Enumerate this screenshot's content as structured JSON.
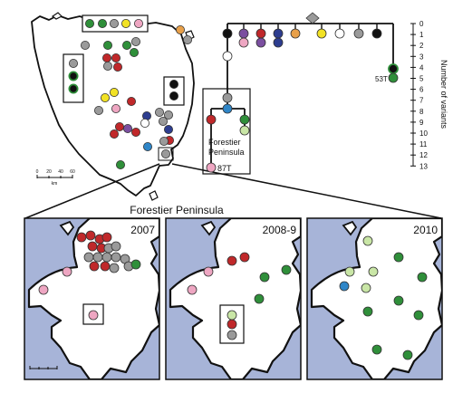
{
  "colors": {
    "black": "#111111",
    "white": "#ffffff",
    "gray": "#9a9a9a",
    "green": "#2f8f3a",
    "lightgreen": "#c9e6a6",
    "red": "#c0282a",
    "pink": "#eea6c2",
    "yellow": "#f2e225",
    "orange": "#e8a04a",
    "blue": "#2f86c8",
    "purple": "#7b4fa0",
    "navy": "#2d3d8f",
    "sea": "#a7b4d8"
  },
  "tree": {
    "axis_label": "Number of variants",
    "ticks": [
      "0",
      "1",
      "2",
      "3",
      "4",
      "5",
      "6",
      "7",
      "8",
      "9",
      "10",
      "11",
      "12",
      "13"
    ],
    "label_53T": "53T",
    "label_87T": "87T",
    "box_label_line1": "Forestier",
    "box_label_line2": "Peninsula"
  },
  "tasmania": {
    "scale_ticks": [
      "0",
      "20",
      "40",
      "60"
    ],
    "scale_unit": "km"
  },
  "peninsula": {
    "title": "Forestier Peninsula",
    "panels": [
      {
        "label": "2007"
      },
      {
        "label": "2008-9"
      },
      {
        "label": "2010"
      }
    ]
  }
}
